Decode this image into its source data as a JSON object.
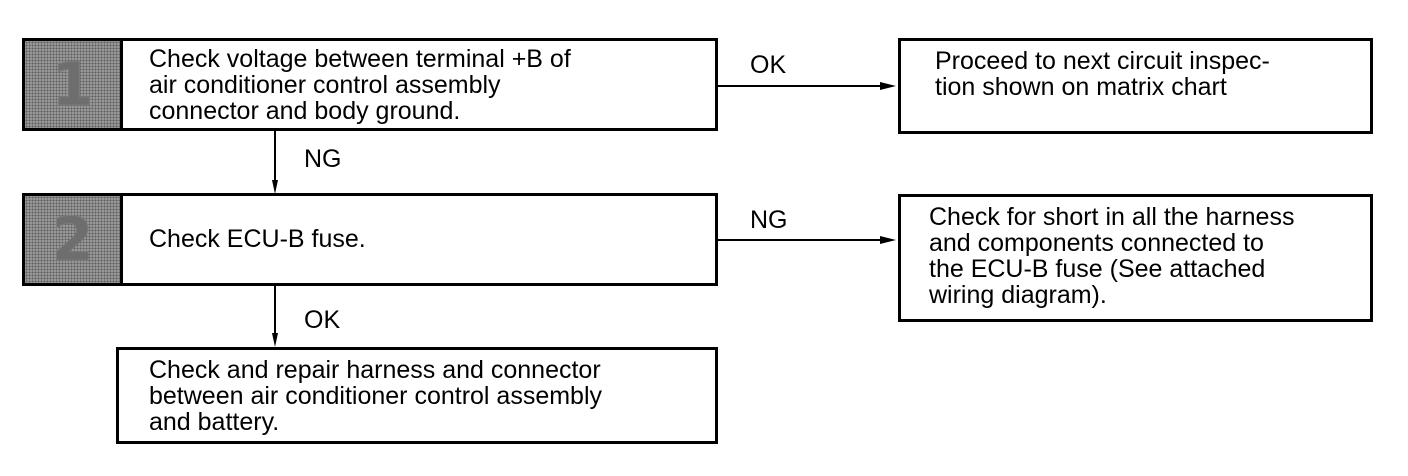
{
  "steps": [
    {
      "number": "1",
      "text": "Check voltage between terminal +B of\nair conditioner control assembly\nconnector and body ground."
    },
    {
      "number": "2",
      "text": "Check ECU-B fuse."
    }
  ],
  "results": {
    "step1_ok": "Proceed to next circuit inspec-\ntion shown on matrix chart",
    "step2_ng": "Check for short in all the harness\nand components connected to\nthe ECU-B fuse (See attached\nwiring diagram).",
    "step2_ok": "Check and repair harness and connector\nbetween air conditioner control assembly\nand battery."
  },
  "labels": {
    "step1_ok": "OK",
    "step1_ng": "NG",
    "step2_ng": "NG",
    "step2_ok": "OK"
  }
}
